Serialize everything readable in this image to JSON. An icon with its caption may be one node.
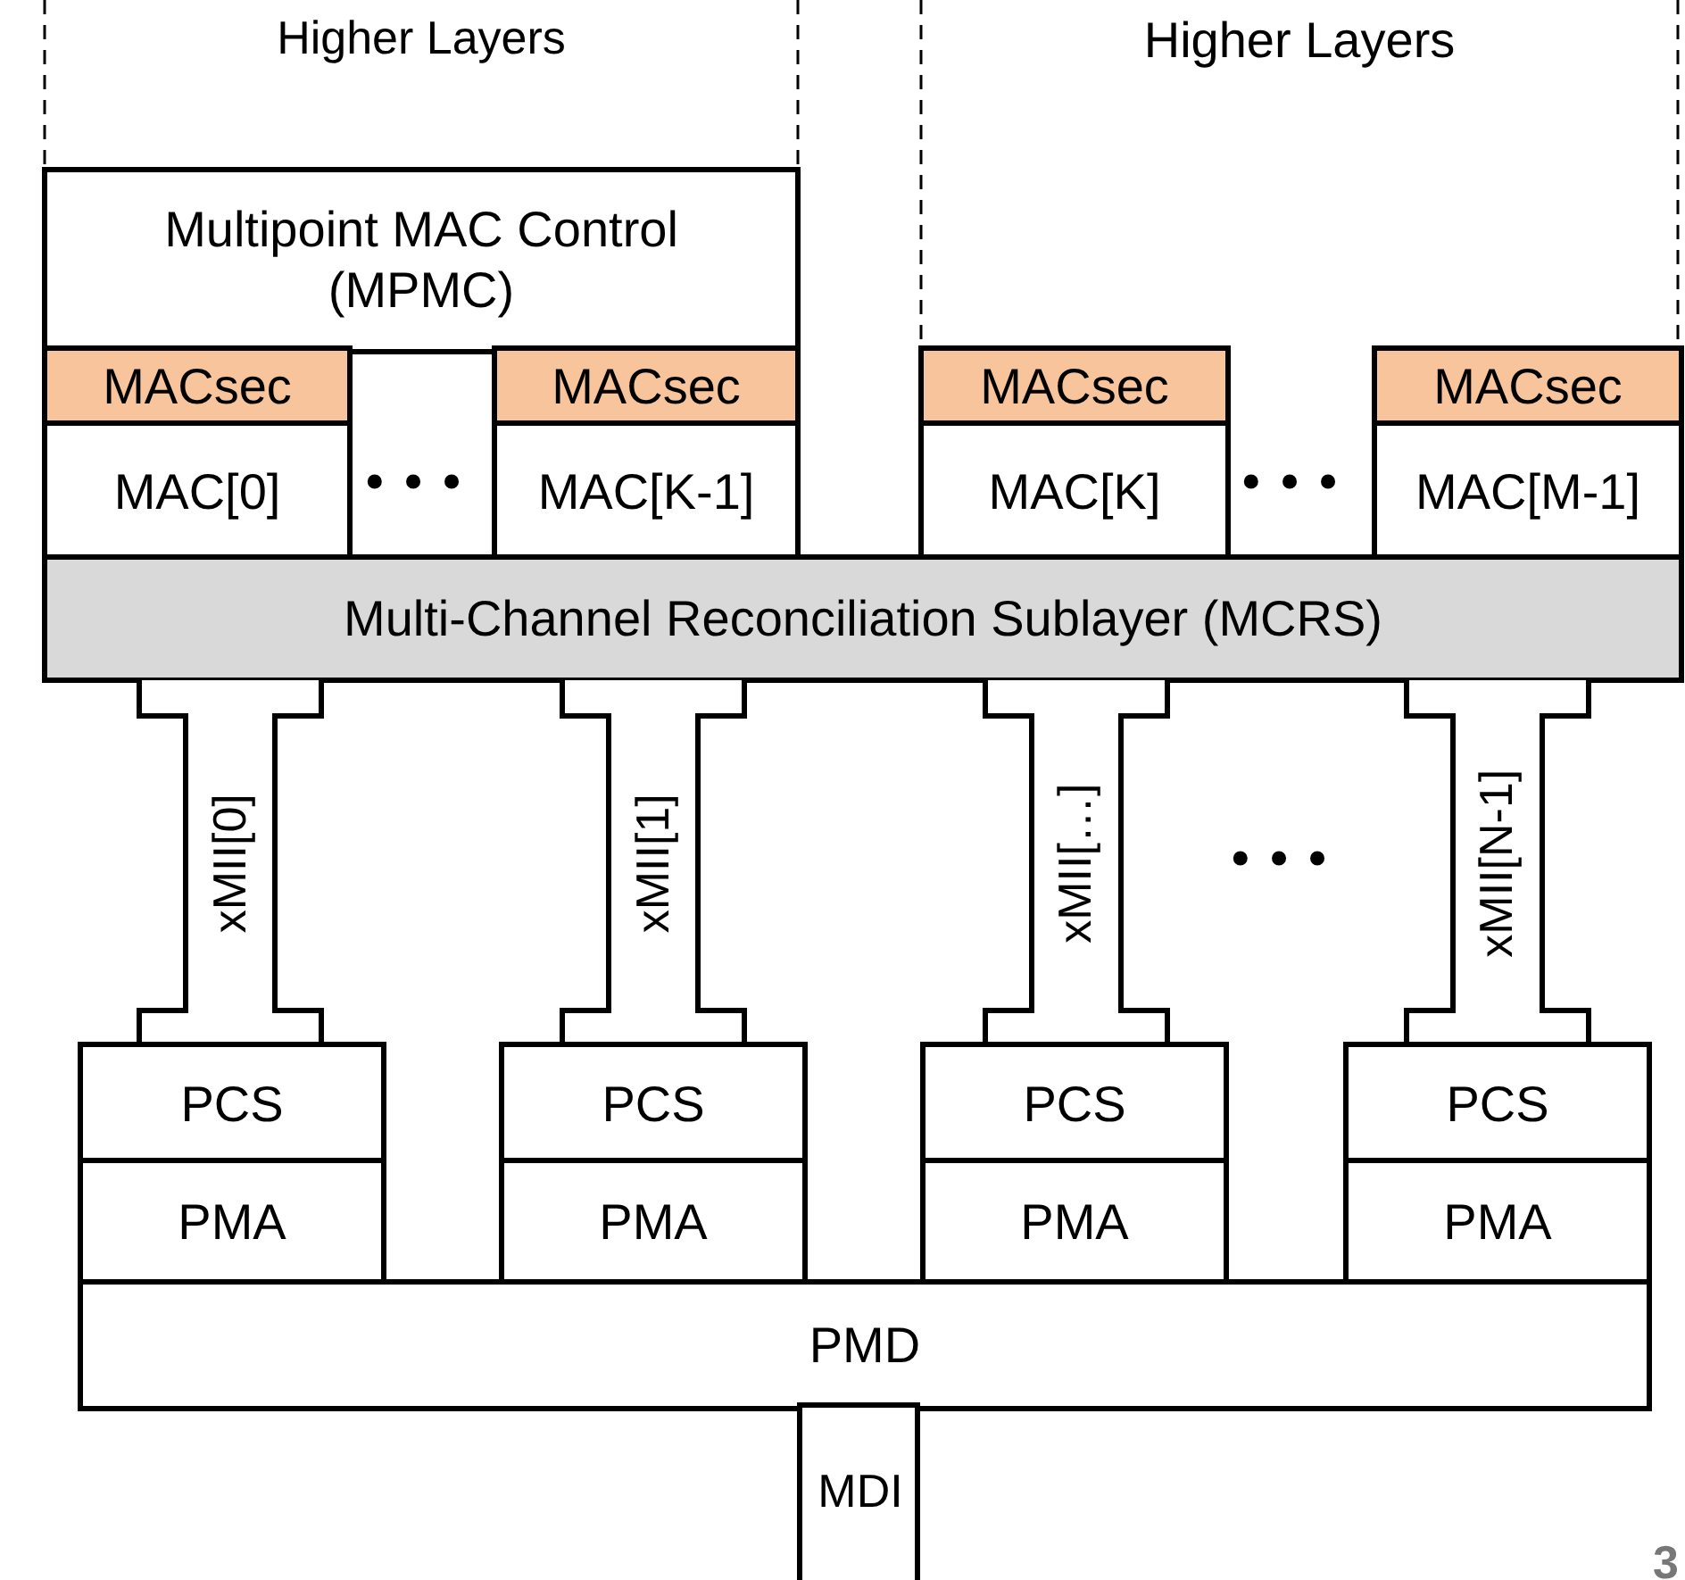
{
  "diagram": {
    "nodes": [
      {
        "text": [
          "Higher Layers"
        ]
      },
      {
        "text": [
          "Higher Layers"
        ]
      },
      {
        "text": [
          "Multipoint MAC Control (MPMC)"
        ]
      },
      {
        "text": [
          "MACsec"
        ]
      },
      {
        "text": [
          "MACsec"
        ]
      },
      {
        "text": [
          "MACsec"
        ]
      },
      {
        "text": [
          "MACsec"
        ]
      },
      {
        "text": [
          "MAC[0]"
        ]
      },
      {
        "text": [
          "MAC[K-1]"
        ]
      },
      {
        "text": [
          "MAC[K]"
        ]
      },
      {
        "text": [
          "MAC[M-1]"
        ]
      },
      {
        "text": [
          "Multi-Channel Reconciliation Sublayer (MCRS)"
        ]
      },
      {
        "text": [
          "xMII[0]"
        ]
      },
      {
        "text": [
          "xMII[1]"
        ]
      },
      {
        "text": [
          "xMII[…]"
        ]
      },
      {
        "text": [
          "xMII[N-1]"
        ]
      },
      {
        "text": [
          "PCS"
        ]
      },
      {
        "text": [
          "PCS"
        ]
      },
      {
        "text": [
          "PCS"
        ]
      },
      {
        "text": [
          "PCS"
        ]
      },
      {
        "text": [
          "PMA"
        ]
      },
      {
        "text": [
          "PMA"
        ]
      },
      {
        "text": [
          "PMA"
        ]
      },
      {
        "text": [
          "PMA"
        ]
      },
      {
        "text": [
          "PMD"
        ]
      },
      {
        "text": [
          "MDI"
        ]
      }
    ],
    "labels": [
      "• • •",
      "• • •",
      "• • •",
      "3"
    ]
  }
}
